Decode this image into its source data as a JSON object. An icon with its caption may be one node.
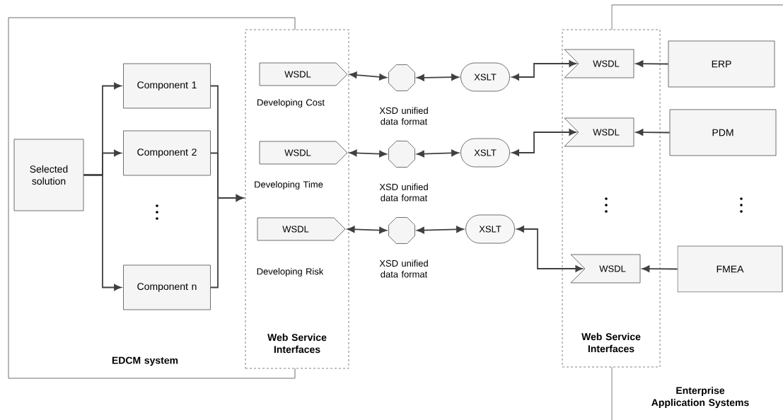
{
  "diagram": {
    "nodes": [
      {
        "text": [
          "EDCM system"
        ]
      },
      {
        "text": [
          "Web Service Interfaces"
        ]
      },
      {
        "text": [
          "Selected solution"
        ],
        "in": 0
      },
      {
        "text": [
          "Component 1"
        ],
        "in": 0
      },
      {
        "text": [
          "Component 2"
        ],
        "in": 0
      },
      {
        "text": [
          "Component n"
        ],
        "in": 0
      },
      {
        "text": [
          "WSDL"
        ],
        "beside": [
          "Developing Cost"
        ],
        "in": 1
      },
      {
        "text": [
          "WSDL"
        ],
        "beside": [
          "Developing Time"
        ],
        "in": 1
      },
      {
        "text": [
          "WSDL"
        ],
        "beside": [
          "Developing Risk"
        ],
        "in": 1
      },
      {
        "text": [],
        "shape": "octagon",
        "beside": [
          "XSD unified data format"
        ]
      },
      {
        "text": [],
        "shape": "octagon",
        "beside": [
          "XSD unified data format"
        ]
      },
      {
        "text": [],
        "shape": "octagon",
        "beside": [
          "XSD unified data format"
        ]
      },
      {
        "text": [
          "XSLT"
        ]
      },
      {
        "text": [
          "XSLT"
        ]
      },
      {
        "text": [
          "XSLT"
        ]
      },
      {
        "text": [
          "Enterprise Application Systems"
        ]
      },
      {
        "text": [
          "Web Service Interfaces"
        ]
      },
      {
        "text": [
          "WSDL"
        ],
        "in": 16
      },
      {
        "text": [
          "WSDL"
        ],
        "in": 16
      },
      {
        "text": [
          "WSDL"
        ],
        "in": 16
      },
      {
        "text": [
          "ERP"
        ],
        "in": 15
      },
      {
        "text": [
          "PDM"
        ],
        "in": 15
      },
      {
        "text": [
          "FMEA"
        ],
        "in": 15
      }
    ],
    "edges": [
      {
        "from": 2,
        "to": 3,
        "arrow": "to"
      },
      {
        "from": 2,
        "to": 4,
        "arrow": "to"
      },
      {
        "from": 2,
        "to": 5,
        "arrow": "to"
      },
      {
        "from": 3,
        "to": 1,
        "arrow": "to"
      },
      {
        "from": 4,
        "to": 1,
        "arrow": "to"
      },
      {
        "from": 5,
        "to": 1,
        "arrow": "to"
      },
      {
        "from": 6,
        "to": 9,
        "arrow": "both"
      },
      {
        "from": 9,
        "to": 12,
        "arrow": "both"
      },
      {
        "from": 12,
        "to": 17,
        "arrow": "both"
      },
      {
        "from": 7,
        "to": 10,
        "arrow": "both"
      },
      {
        "from": 10,
        "to": 13,
        "arrow": "both"
      },
      {
        "from": 13,
        "to": 18,
        "arrow": "both"
      },
      {
        "from": 8,
        "to": 11,
        "arrow": "both"
      },
      {
        "from": 11,
        "to": 14,
        "arrow": "both"
      },
      {
        "from": 14,
        "to": 19,
        "arrow": "both"
      },
      {
        "from": 20,
        "to": 17,
        "arrow": "to"
      },
      {
        "from": 21,
        "to": 18,
        "arrow": "to"
      },
      {
        "from": 22,
        "to": 19,
        "arrow": "to"
      }
    ]
  }
}
